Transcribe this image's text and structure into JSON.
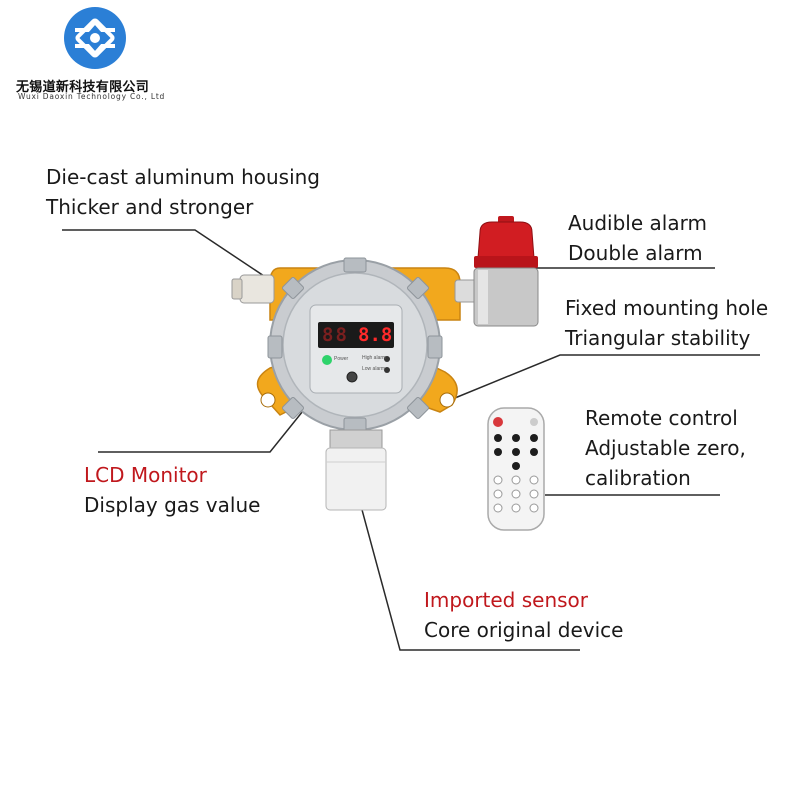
{
  "brand": {
    "company_cn": "无锡道新科技有限公司",
    "company_en": "Wuxi Daoxin Technology Co., Ltd"
  },
  "device": {
    "display_value": "8.8",
    "display_prefix": "88",
    "led_labels": [
      "High alarm",
      "Low alarm"
    ],
    "power_label": "Power"
  },
  "callouts": {
    "housing": {
      "line1": "Die-cast aluminum housing",
      "line2": "Thicker and stronger"
    },
    "alarm": {
      "line1": "Audible alarm",
      "line2": "Double alarm"
    },
    "mounting": {
      "line1": "Fixed mounting hole",
      "line2": "Triangular stability"
    },
    "remote": {
      "line1": "Remote control",
      "line2": "Adjustable zero,",
      "line3": "calibration"
    },
    "lcd": {
      "line1": "LCD Monitor",
      "line2": "Display gas value"
    },
    "sensor": {
      "line1": "Imported sensor",
      "line2": "Core original device"
    }
  },
  "colors": {
    "accent_red": "#c0181d",
    "housing_yellow": "#f2a81d",
    "housing_gray": "#c9ccd0",
    "logo_blue": "#2b7fd6"
  }
}
